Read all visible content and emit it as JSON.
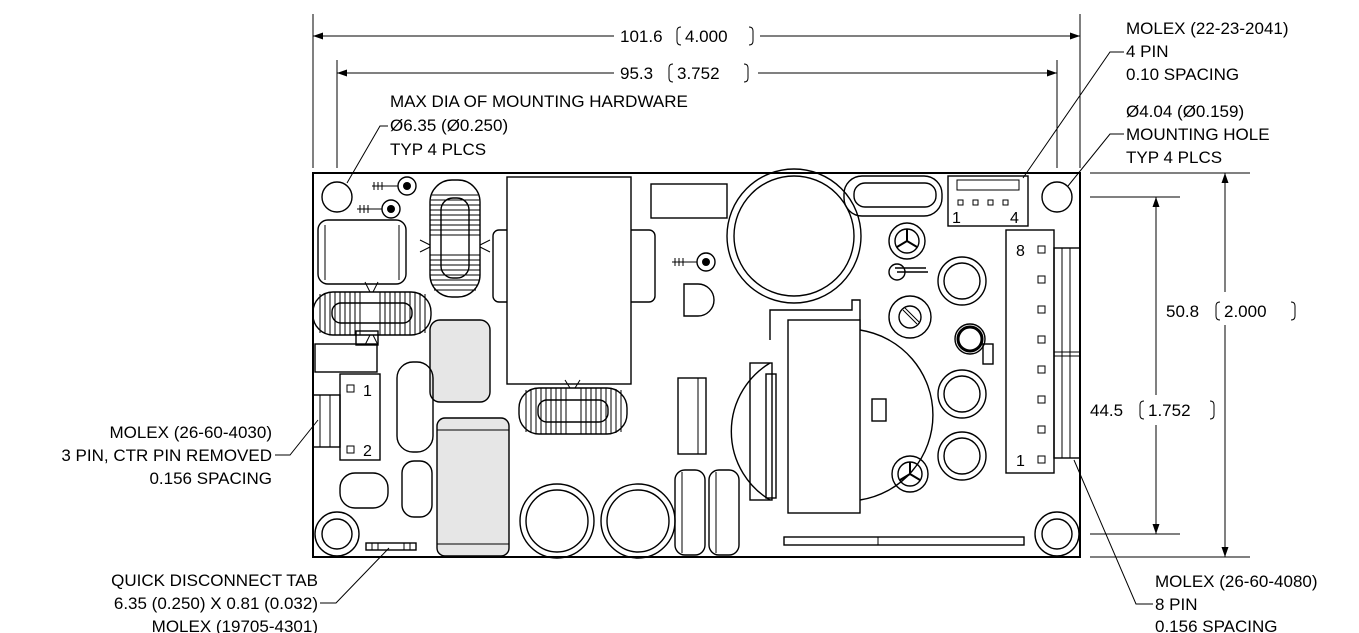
{
  "dimensions": {
    "overall_width": {
      "mm": "101.6",
      "inch": "4.000"
    },
    "hole_spacing_width": {
      "mm": "95.3",
      "inch": "3.752"
    },
    "overall_height": {
      "mm": "50.8",
      "inch": "2.000"
    },
    "hole_spacing_height": {
      "mm": "44.5",
      "inch": "1.752"
    }
  },
  "callouts": {
    "mounting_hardware": {
      "line1": "MAX DIA OF MOUNTING HARDWARE",
      "line2": "Ø6.35 (Ø0.250)",
      "line3": "TYP 4 PLCS"
    },
    "molex_4pin": {
      "line1": "MOLEX (22-23-2041)",
      "line2": "4 PIN",
      "line3": "0.10 SPACING"
    },
    "mounting_hole": {
      "line1": "Ø4.04 (Ø0.159)",
      "line2": "MOUNTING HOLE",
      "line3": "TYP 4 PLCS"
    },
    "molex_3pin": {
      "line1": "MOLEX (26-60-4030)",
      "line2": "3 PIN, CTR PIN REMOVED",
      "line3": "0.156 SPACING"
    },
    "quick_disconnect": {
      "line1": "QUICK DISCONNECT TAB",
      "line2": "6.35 (0.250) X 0.81 (0.032)",
      "line3": "MOLEX (19705-4301)"
    },
    "molex_8pin": {
      "line1": "MOLEX (26-60-4080)",
      "line2": "8 PIN",
      "line3": "0.156 SPACING"
    }
  },
  "pins": {
    "j4_first": "1",
    "j4_last": "4",
    "j3_first": "1",
    "j3_last": "2",
    "j8_first": "1",
    "j8_last": "8"
  }
}
